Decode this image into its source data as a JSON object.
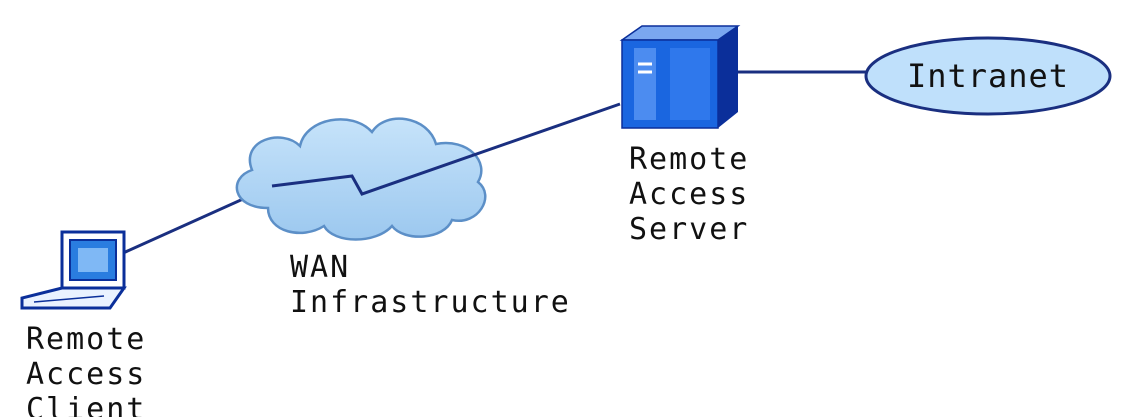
{
  "diagram": {
    "nodes": {
      "client": {
        "label_lines": [
          "Remote",
          "Access",
          "Client"
        ],
        "icon": "laptop-icon"
      },
      "wan": {
        "label_lines": [
          "WAN",
          "Infrastructure"
        ],
        "icon": "cloud-icon"
      },
      "server": {
        "label_lines": [
          "Remote",
          "Access",
          "Server"
        ],
        "icon": "server-tower-icon"
      },
      "intranet": {
        "label": "Intranet",
        "icon": "ellipse"
      }
    },
    "edges": [
      {
        "from": "client",
        "to": "wan",
        "style": "line"
      },
      {
        "from": "wan",
        "to": "server",
        "style": "lightning-zigzag"
      },
      {
        "from": "server",
        "to": "intranet",
        "style": "line"
      }
    ],
    "colors": {
      "line": "#1a2f80",
      "cloud_fill": "#a8d2f4",
      "cloud_stroke": "#5c8fc7",
      "ellipse_fill": "#bfe0fb",
      "ellipse_stroke": "#1a2f80",
      "server_front": "#1a66e0",
      "server_side": "#0b2f9a",
      "laptop_screen": "#2a7de0"
    }
  }
}
